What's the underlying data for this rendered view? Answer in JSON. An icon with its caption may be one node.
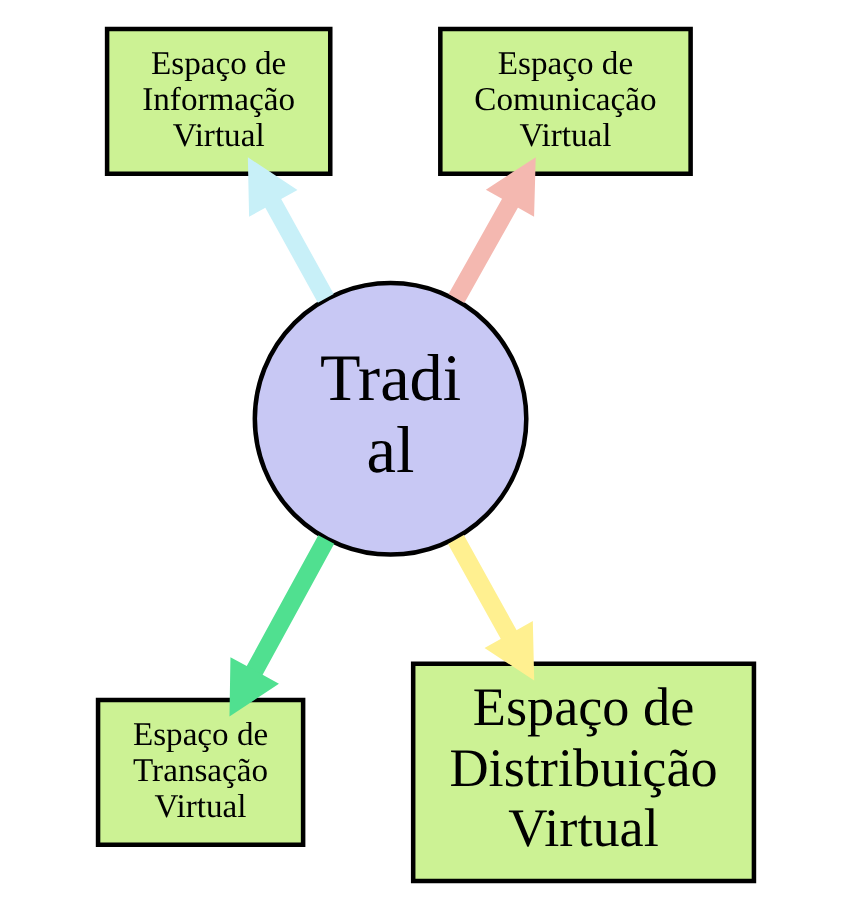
{
  "diagram": {
    "nodes": [
      {
        "text": [
          "Tradi",
          "al"
        ]
      },
      {
        "text": [
          "Espaço de Informação Virtual"
        ]
      },
      {
        "text": [
          "Espaço de Comunicação Virtual"
        ]
      },
      {
        "text": [
          "Espaço de Transação Virtual"
        ]
      },
      {
        "text": [
          "Espaço de Distribuição Virtual"
        ]
      }
    ],
    "edges": [
      {
        "from": 0,
        "to": 1,
        "arrow": "to",
        "color": "#c8f0f8"
      },
      {
        "from": 0,
        "to": 2,
        "arrow": "to",
        "color": "#f4b8b0"
      },
      {
        "from": 0,
        "to": 3,
        "arrow": "to",
        "color": "#50e090"
      },
      {
        "from": 0,
        "to": 4,
        "arrow": "to",
        "color": "#fff090"
      }
    ]
  }
}
